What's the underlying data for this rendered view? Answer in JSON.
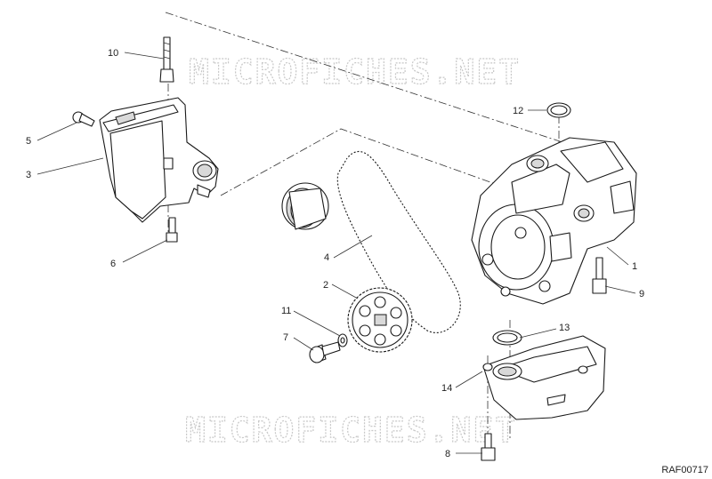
{
  "watermarks": [
    "MICROFICHES.NET",
    "MICROFICHES.NET"
  ],
  "reference_code": "RAF00717",
  "callouts": [
    {
      "id": "1",
      "label": "1"
    },
    {
      "id": "2",
      "label": "2"
    },
    {
      "id": "3",
      "label": "3"
    },
    {
      "id": "4",
      "label": "4"
    },
    {
      "id": "5",
      "label": "5"
    },
    {
      "id": "6",
      "label": "6"
    },
    {
      "id": "7",
      "label": "7"
    },
    {
      "id": "8",
      "label": "8"
    },
    {
      "id": "9",
      "label": "9"
    },
    {
      "id": "10",
      "label": "10"
    },
    {
      "id": "11",
      "label": "11"
    },
    {
      "id": "12",
      "label": "12"
    },
    {
      "id": "13",
      "label": "13"
    },
    {
      "id": "14",
      "label": "14"
    }
  ]
}
